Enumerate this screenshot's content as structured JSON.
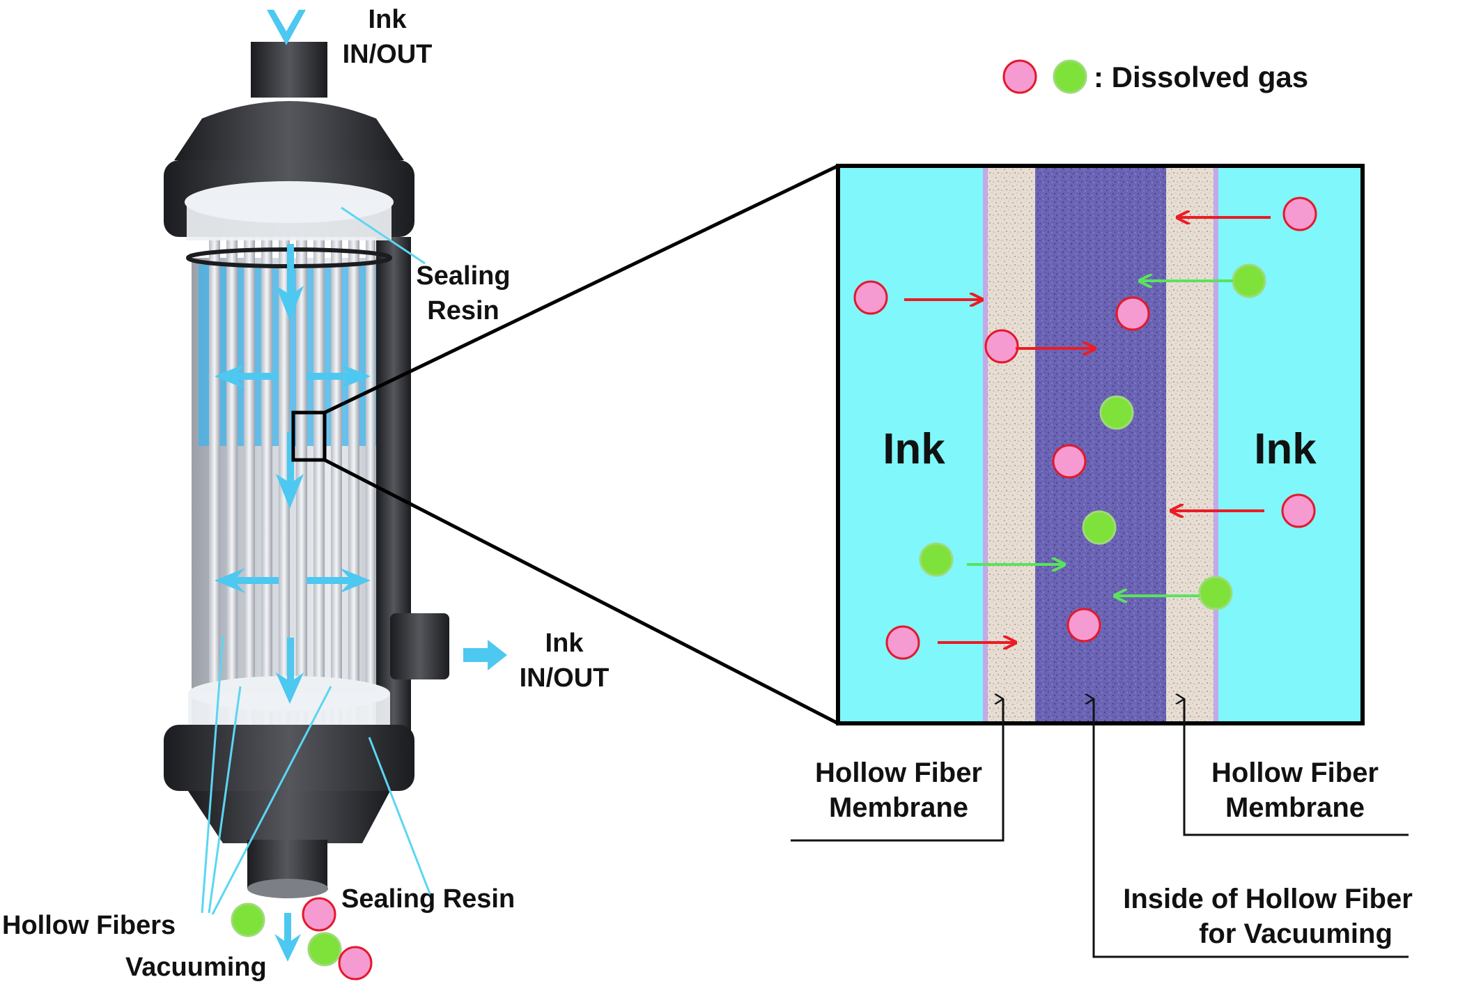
{
  "colors": {
    "ink": "#7ff7fb",
    "membrane": "#e7ddd3",
    "membrane_edge": "#c3a9e8",
    "fiber_inside": "#6b63b4",
    "gas_pink": "#f69ad2",
    "gas_pink_stroke": "#e3192a",
    "gas_green": "#7ee23a",
    "gas_green_stroke": "#9fda7a",
    "arrow_red": "#ec1b24",
    "arrow_green": "#59e35c",
    "flow_arrow": "#4dc8f0",
    "housing": "#2a2b2f"
  },
  "legend": {
    "text": ": Dissolved gas"
  },
  "module": {
    "ink_top_line1": "Ink",
    "ink_top_line2": "IN/OUT",
    "ink_side_line1": "Ink",
    "ink_side_line2": "IN/OUT",
    "sealing_resin_top_line1": "Sealing",
    "sealing_resin_top_line2": "Resin",
    "sealing_resin_bottom": "Sealing Resin",
    "hollow_fibers": "Hollow Fibers",
    "vacuuming": "Vacuuming"
  },
  "zoom": {
    "ink_left": "Ink",
    "ink_right": "Ink",
    "membrane_left_line1": "Hollow Fiber",
    "membrane_left_line2": "Membrane",
    "membrane_right_line1": "Hollow Fiber",
    "membrane_right_line2": "Membrane",
    "inside_line1": "Inside of Hollow Fiber",
    "inside_line2": "for Vacuuming"
  }
}
